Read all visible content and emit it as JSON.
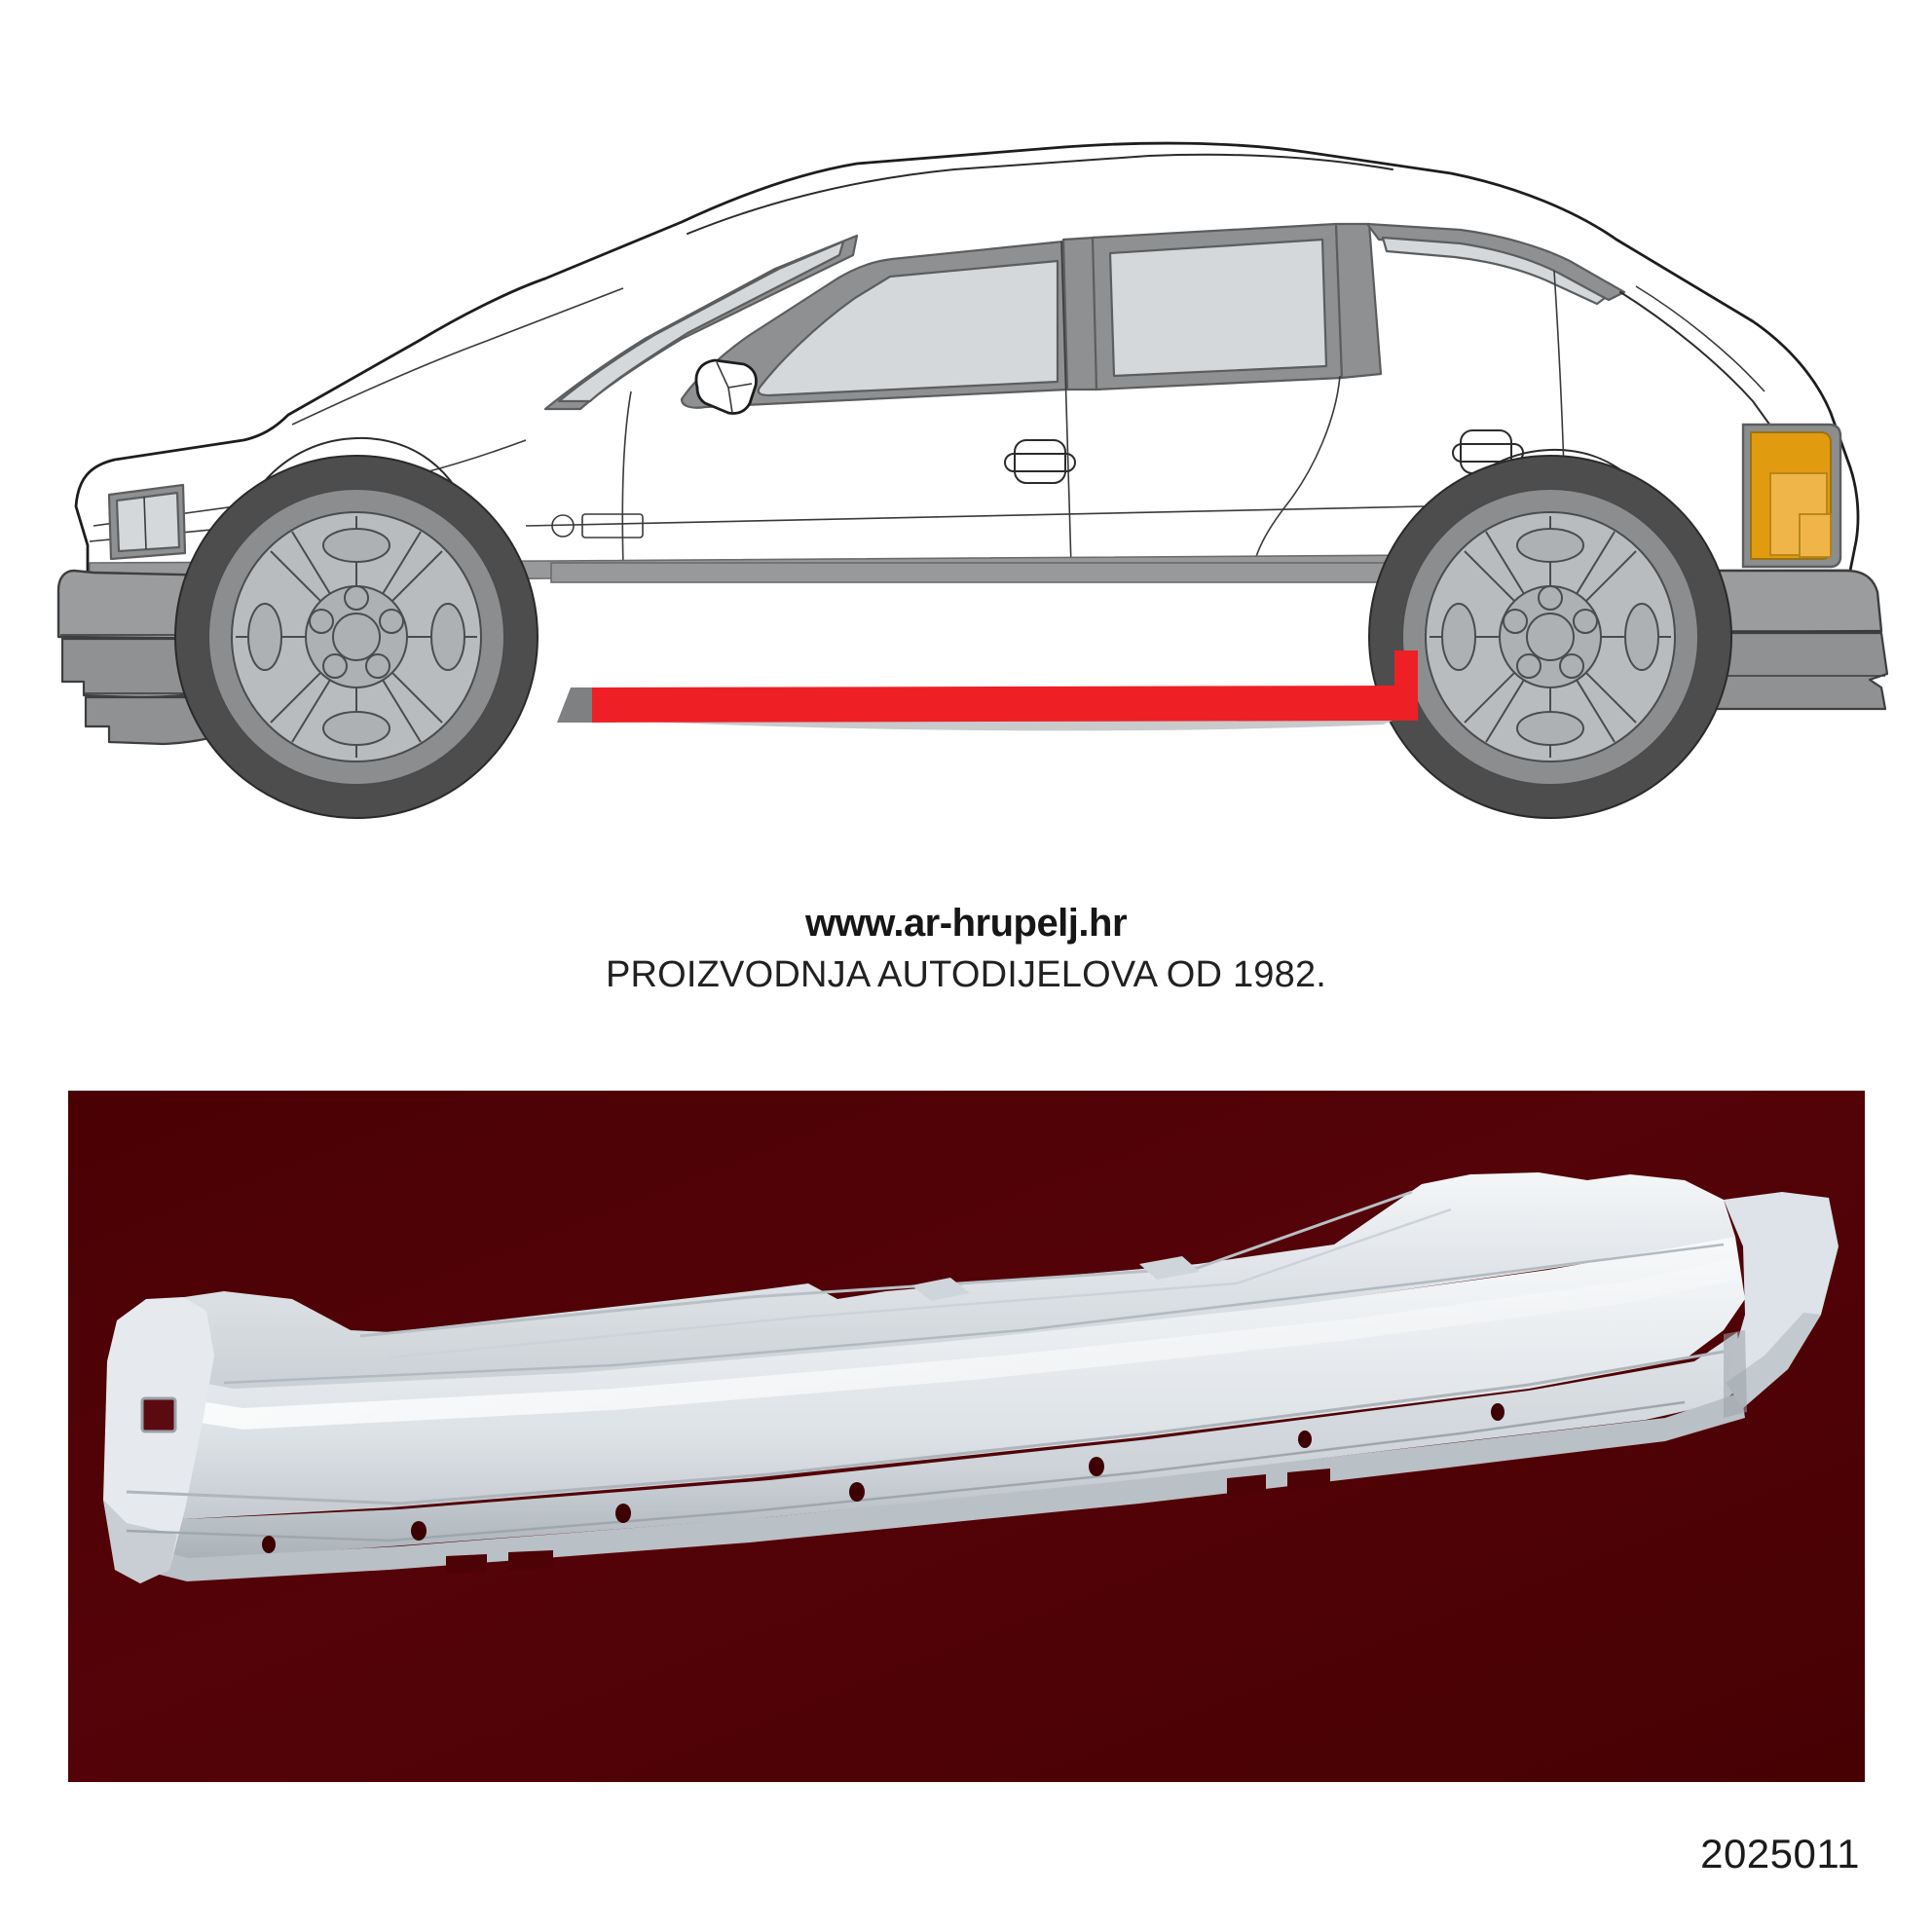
{
  "page": {
    "background_color": "#ffffff"
  },
  "diagram": {
    "title": "car-side-view-line-drawing",
    "vehicle": "5-door hatchback side view",
    "orientation": "facing left",
    "colors": {
      "body_fill": "#ffffff",
      "outline": "#1d1d1d",
      "glass_fill": "#d5d8da",
      "window_frame": "#8e9092",
      "bumper_fill": "#9a9c9e",
      "bumper_shade": "#8a8c8e",
      "tyre_fill": "#4d4d4d",
      "tyre_inner": "#8b8d8f",
      "wheel_fill": "#b9bcbe",
      "hub_fill": "#aeb1b3",
      "trim_fill": "#97999b",
      "highlight_red": "#ee2026",
      "taillight_outer": "#e09b0f",
      "taillight_inner": "#f0b548",
      "taillight_frame": "#8b8d8f"
    },
    "highlight": {
      "label": "highlighted-sill-repair-area",
      "color": "#ee2026",
      "description": "red band along rocker panel / sill between front and rear wheel arches"
    }
  },
  "caption": {
    "website": "www.ar-hrupelj.hr",
    "tagline": "PROIZVODNJA AUTODIJELOVA OD 1982."
  },
  "photo": {
    "label": "sill-panel-photograph",
    "background_color": "#500206",
    "part_description": "white-primered rocker / sill repair panel",
    "part_color": "#dfe3e6",
    "part_shadow": "#b3b9be",
    "drain_hole_count": 7
  },
  "part_number": {
    "value": "2025011"
  }
}
